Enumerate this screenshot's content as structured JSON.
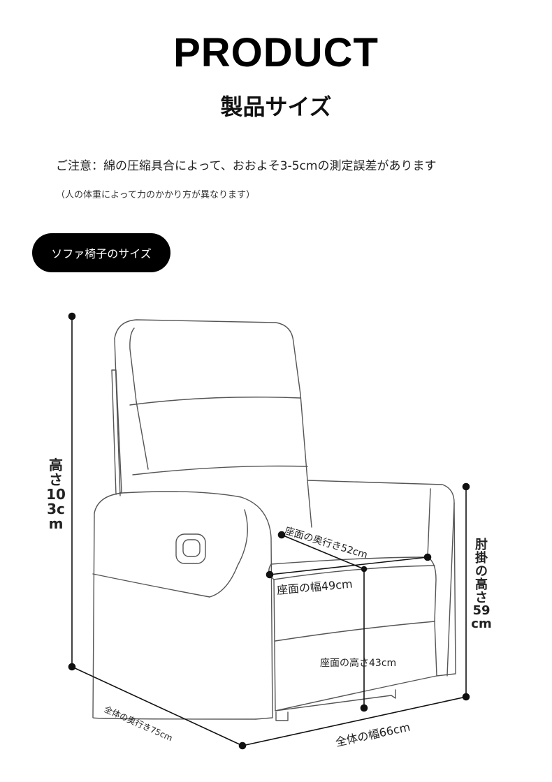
{
  "header": {
    "title": "PRODUCT",
    "subtitle": "製品サイズ"
  },
  "notice": {
    "main": "ご注意：綿の圧縮具合によって、おおよそ3-5cmの測定誤差があります",
    "sub": "（人の体重によって力のかかり方が異なります）"
  },
  "section_badge": "ソファ椅子のサイズ",
  "dimensions": {
    "height": "高さ103cm",
    "armrest_height": "肘掛の高さ59cm",
    "seat_depth": "座面の奥行き52cm",
    "seat_width": "座面の幅49cm",
    "seat_height": "座面の高さ43cm",
    "overall_depth": "全体の奥行き75cm",
    "overall_width": "全体の幅66cm"
  }
}
